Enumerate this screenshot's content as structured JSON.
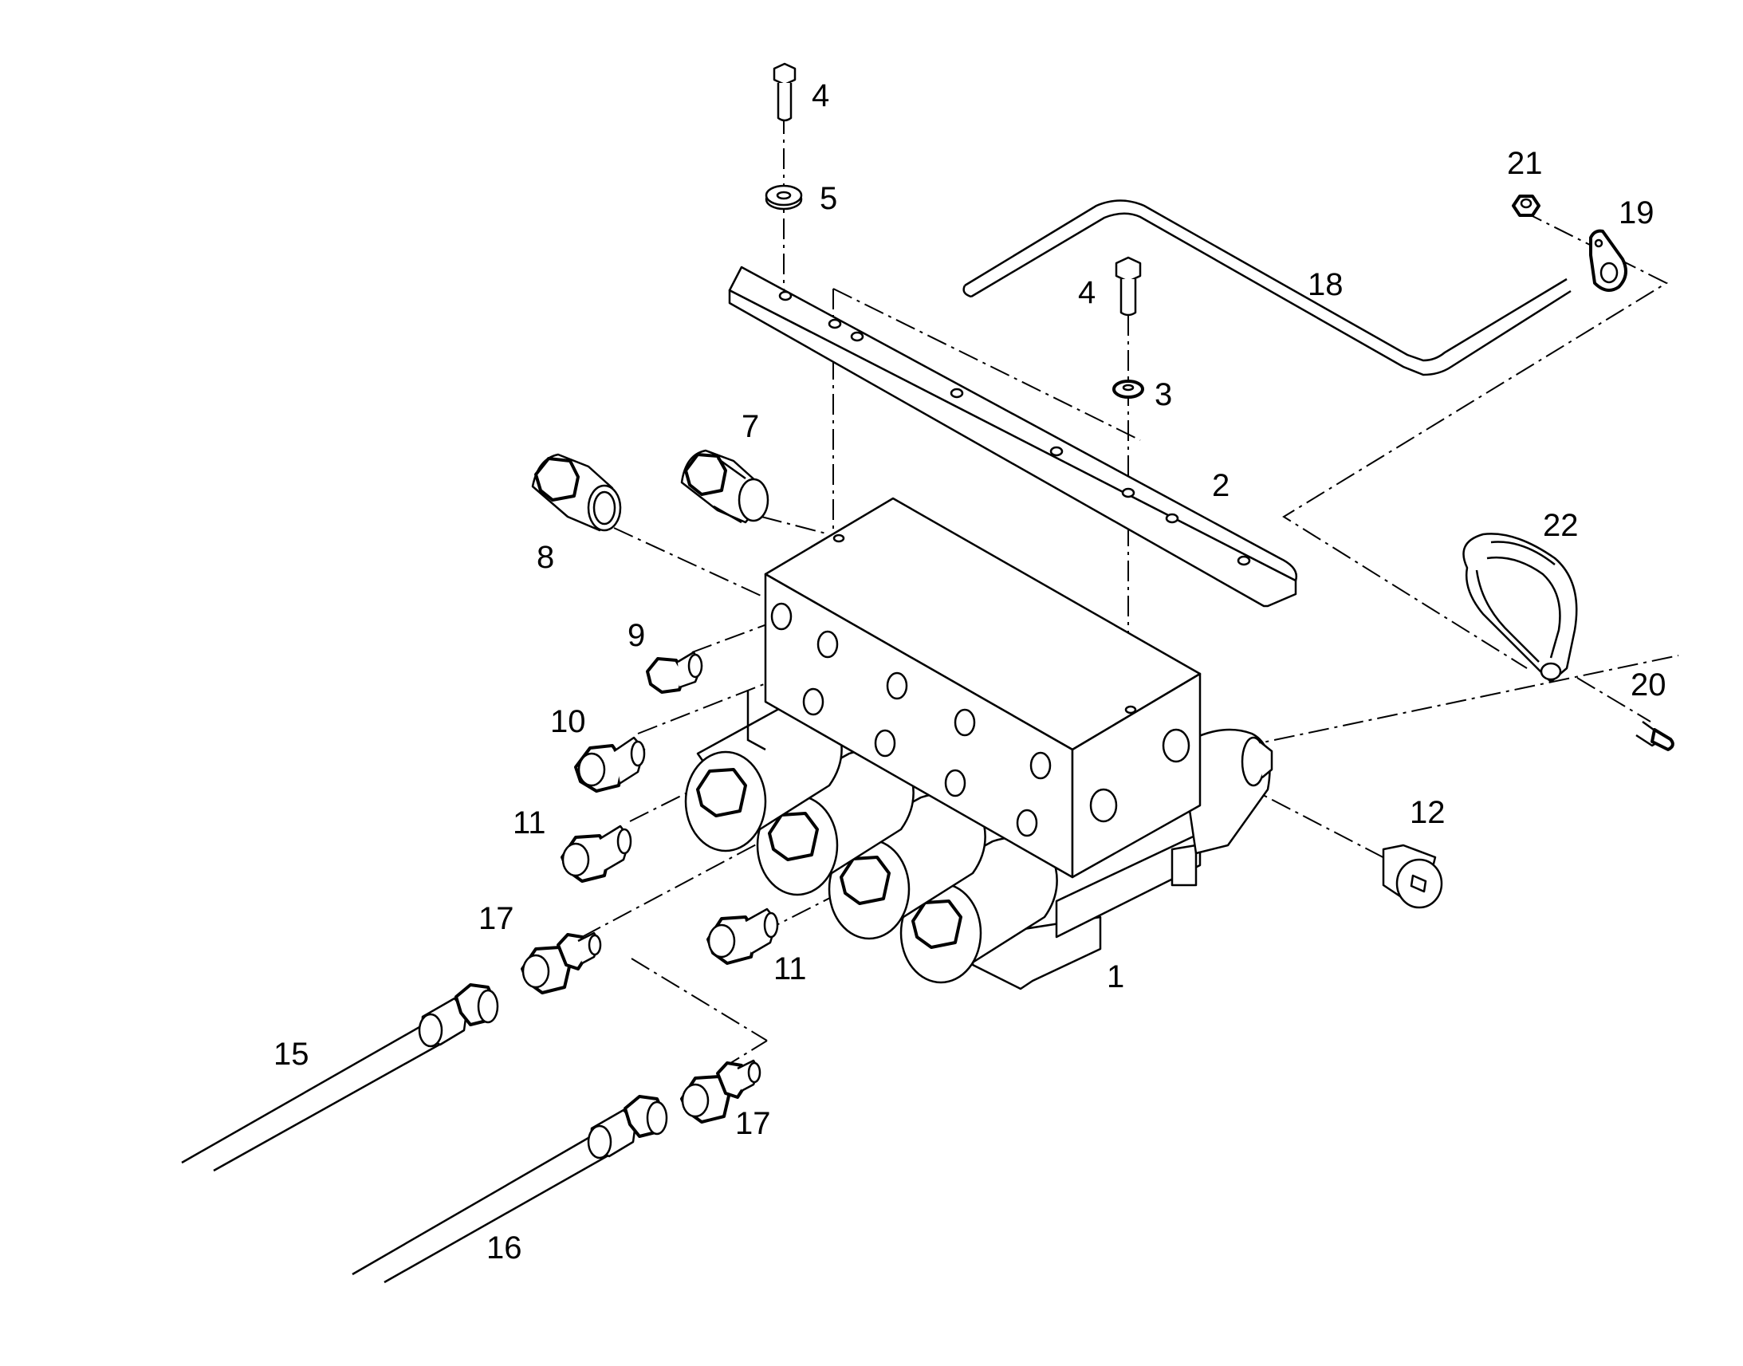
{
  "diagram": {
    "type": "exploded-parts-diagram",
    "line_color": "#000000",
    "background_color": "#ffffff",
    "labels": [
      {
        "id": "4",
        "text": "4"
      },
      {
        "id": "5",
        "text": "5"
      },
      {
        "id": "21",
        "text": "21"
      },
      {
        "id": "19",
        "text": "19"
      },
      {
        "id": "18",
        "text": "18"
      },
      {
        "id": "4b",
        "text": "4"
      },
      {
        "id": "3",
        "text": "3"
      },
      {
        "id": "7",
        "text": "7"
      },
      {
        "id": "2",
        "text": "2"
      },
      {
        "id": "8",
        "text": "8"
      },
      {
        "id": "22",
        "text": "22"
      },
      {
        "id": "9",
        "text": "9"
      },
      {
        "id": "20",
        "text": "20"
      },
      {
        "id": "10",
        "text": "10"
      },
      {
        "id": "12",
        "text": "12"
      },
      {
        "id": "11",
        "text": "11"
      },
      {
        "id": "17",
        "text": "17"
      },
      {
        "id": "11b",
        "text": "11"
      },
      {
        "id": "1",
        "text": "1"
      },
      {
        "id": "15",
        "text": "15"
      },
      {
        "id": "17b",
        "text": "17"
      },
      {
        "id": "16",
        "text": "16"
      }
    ]
  }
}
